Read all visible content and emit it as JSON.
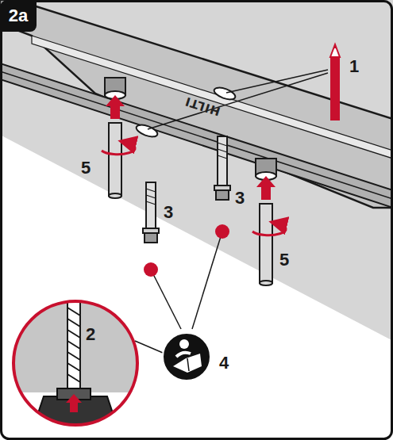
{
  "diagram": {
    "nodes": [
      {
        "text": [
          "2a"
        ]
      }
    ],
    "labels": [
      "1",
      "2",
      "3",
      "3",
      "4",
      "5",
      "5",
      "HILTI"
    ]
  }
}
